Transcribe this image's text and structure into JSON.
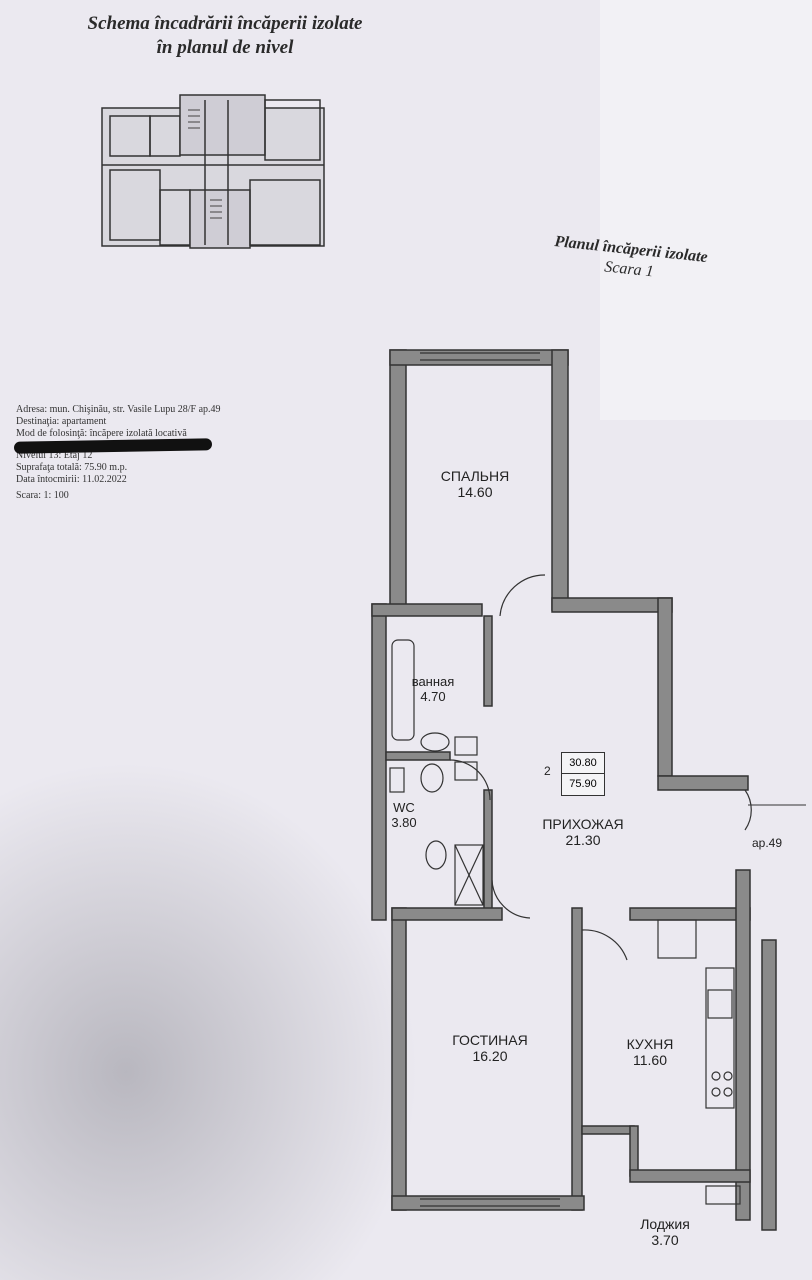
{
  "header": {
    "title_line1": "Schema încadrării încăperii izolate",
    "title_line2": "în planul de nivel",
    "plan_title": "Planul încăperii izolate",
    "plan_scale": "Scara 1"
  },
  "info": {
    "address": "Adresa: mun. Chişinău, str. Vasile Lupu 28/F ap.49",
    "destination": "Destinaţia: apartament",
    "usage": "Mod de folosinţă: încăpere izolată locativă",
    "level": "Nivelul 13: Etaj 12",
    "total_area": "Suprafaţa totală: 75.90 m.p.",
    "date": "Data întocmirii: 11.02.2022",
    "scale": "Scara: 1: 100"
  },
  "rooms": {
    "bedroom": {
      "name": "СПАЛЬНЯ",
      "area": "14.60"
    },
    "bathroom": {
      "name": "ванная",
      "area": "4.70"
    },
    "wc": {
      "name": "WC",
      "area": "3.80"
    },
    "hallway": {
      "name": "ПРИХОЖАЯ",
      "area": "21.30"
    },
    "living": {
      "name": "ГОСТИНАЯ",
      "area": "16.20"
    },
    "kitchen": {
      "name": "КУХНЯ",
      "area": "11.60"
    },
    "loggia": {
      "name": "Лоджия",
      "area": "3.70"
    }
  },
  "stamp": {
    "rooms_count": "2",
    "living_area": "30.80",
    "total_area": "75.90"
  },
  "apartment_tag": "ap.49",
  "colors": {
    "paper": "#ebe9f0",
    "wall": "#555555",
    "ink": "#222222"
  }
}
